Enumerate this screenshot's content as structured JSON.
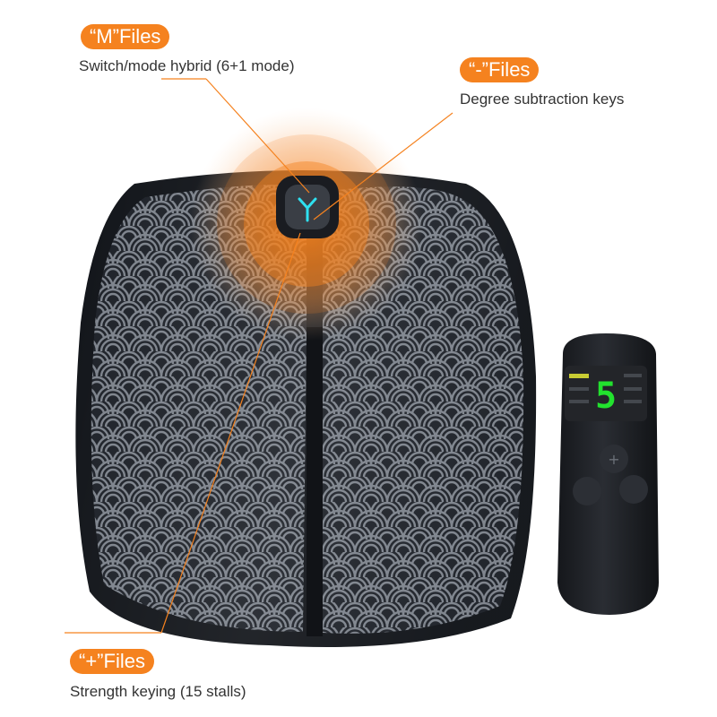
{
  "callouts": {
    "m": {
      "badge": "“M”Files",
      "caption": "Switch/mode hybrid (6+1 mode)"
    },
    "minus": {
      "badge": "“-”Files",
      "caption": "Degree subtraction keys"
    },
    "plus": {
      "badge": "“+”Files",
      "caption": "Strength keying (15 stalls)"
    }
  },
  "remote": {
    "display_digit": "5"
  },
  "colors": {
    "accent": "#f5821f",
    "mat": "#1b1f26",
    "display": "#22e22e",
    "background": "#ffffff"
  }
}
